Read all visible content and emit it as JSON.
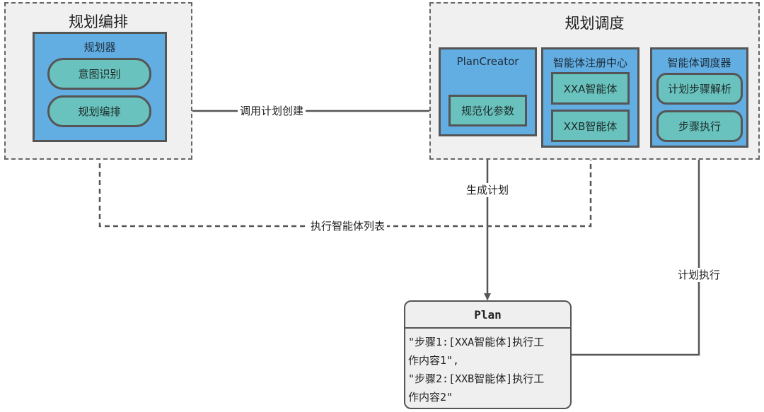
{
  "groups": {
    "planning_orchestration": {
      "title": "规划编排",
      "planner": {
        "title": "规划器",
        "items": [
          "意图识别",
          "规划编排"
        ]
      }
    },
    "planning_scheduling": {
      "title": "规划调度",
      "plan_creator": {
        "title": "PlanCreator",
        "item": "规范化参数"
      },
      "agent_registry": {
        "title": "智能体注册中心",
        "items": [
          "XXA智能体",
          "XXB智能体"
        ]
      },
      "agent_scheduler": {
        "title": "智能体调度器",
        "items": [
          "计划步骤解析",
          "步骤执行"
        ]
      }
    }
  },
  "plan": {
    "title": "Plan",
    "lines": [
      "\"步骤1:[XXA智能体]执行工",
      "作内容1\",",
      "\"步骤2:[XXB智能体]执行工",
      "作内容2\""
    ]
  },
  "edges": {
    "invoke_plan_creation": "调用计划创建",
    "generate_plan": "生成计划",
    "agent_list": "执行智能体列表",
    "plan_execution": "计划执行"
  },
  "colors": {
    "group_fill": "#f0f0f0",
    "component_fill": "#62aee3",
    "item_fill": "#69c2bd",
    "stroke": "#555555"
  }
}
